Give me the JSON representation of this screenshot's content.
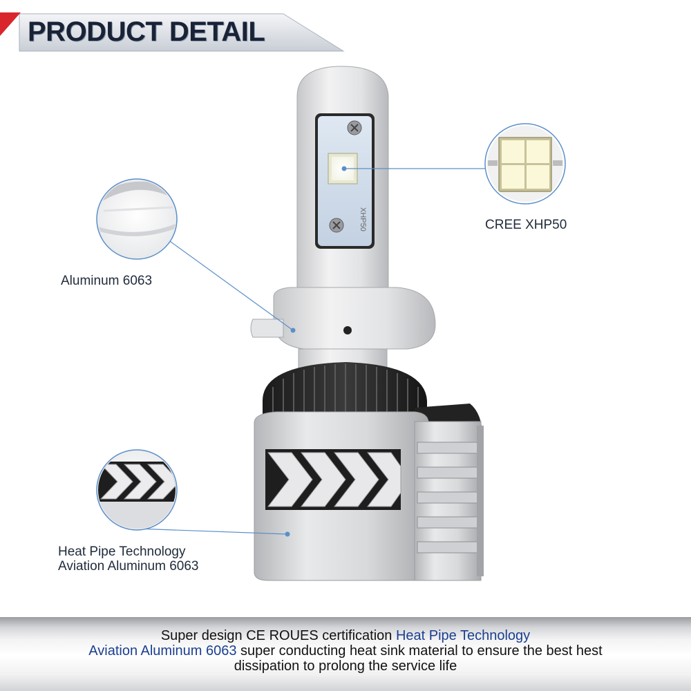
{
  "header": {
    "title": "PRODUCT DETAIL"
  },
  "product": {
    "chip_marking": "XHP50"
  },
  "callouts": {
    "cree": "CREE XHP50",
    "aluminum": "Aluminum 6063",
    "heatpipe_line1": "Heat Pipe Technology",
    "heatpipe_line2": "Aviation Aluminum 6063"
  },
  "footer": {
    "line1_a": "Super design CE ROUES certification ",
    "line1_b": "Heat Pipe Technology",
    "line2_a": "Aviation Aluminum 6063",
    "line2_b": " super conducting heat sink material to ensure the best hest",
    "line3": "dissipation to prolong the service life"
  },
  "colors": {
    "accent_red": "#d9262c",
    "title_navy": "#1a2336",
    "highlight_blue": "#1b3f8f",
    "callout_line": "#5b8fc9"
  }
}
